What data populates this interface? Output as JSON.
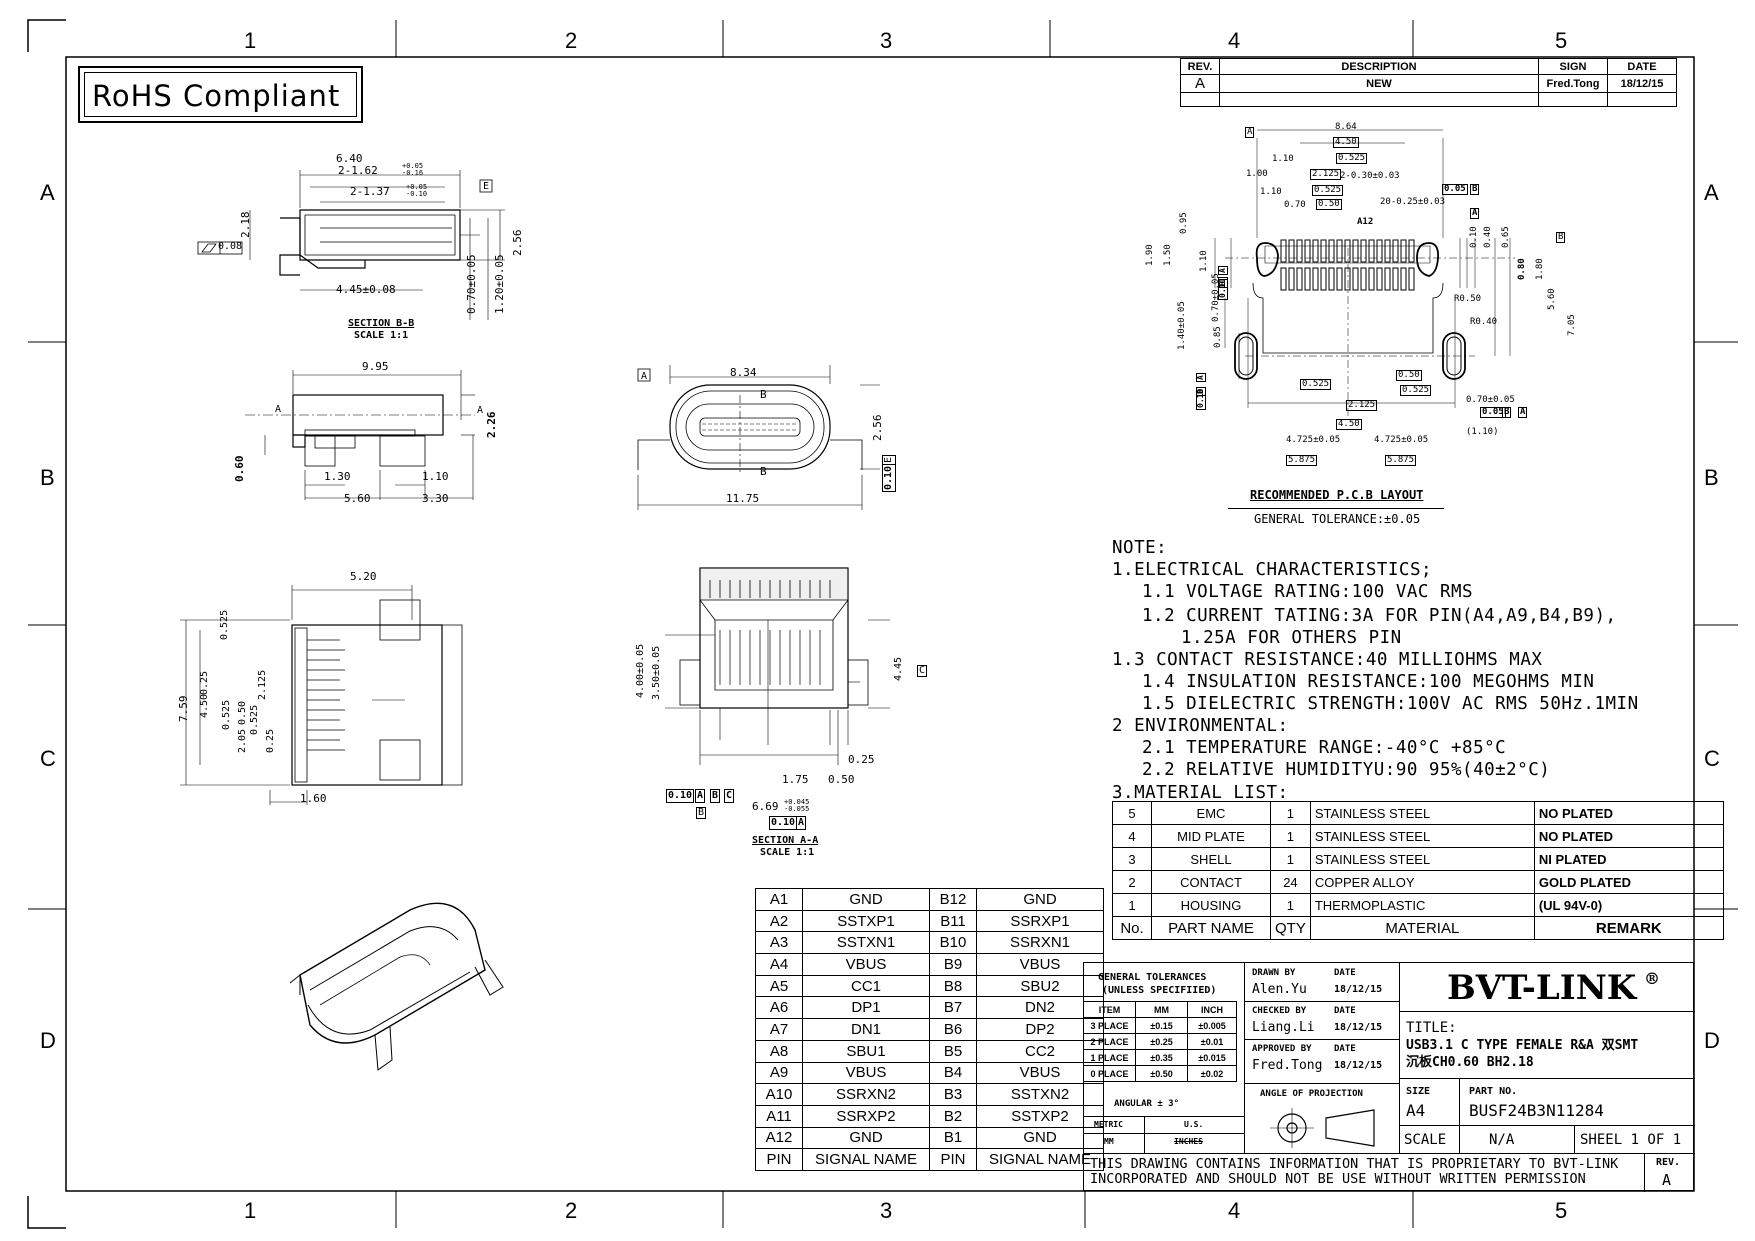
{
  "zones": {
    "cols": [
      "1",
      "2",
      "3",
      "4",
      "5"
    ],
    "rows": [
      "A",
      "B",
      "C",
      "D"
    ]
  },
  "rohs": "RoHS Compliant",
  "revision_table": {
    "headers": [
      "REV.",
      "DESCRIPTION",
      "SIGN",
      "DATE"
    ],
    "rows": [
      [
        "A",
        "NEW",
        "Fred.Tong",
        "18/12/15"
      ]
    ]
  },
  "section_bb": {
    "title": "SECTION B-B",
    "scale": "SCALE 1:1",
    "dims": [
      "6.40",
      "2-1.62",
      "+0.05",
      "-0.16",
      "2-1.37",
      "+0.05",
      "-0.10",
      "2.18",
      "0.08",
      "4.45±0.08",
      "0.70±0.05",
      "1.20±0.05",
      "2.56",
      "E"
    ]
  },
  "side_view": {
    "dims": [
      "9.95",
      "A",
      "A",
      "2.26",
      "0.60",
      "1.30",
      "1.10",
      "5.60",
      "3.30"
    ]
  },
  "front_view": {
    "dims": [
      "A",
      "8.34",
      "B",
      "B",
      "2.56",
      "11.75",
      "0.10",
      "E"
    ]
  },
  "top_view": {
    "dims": [
      "5.20",
      "0.525",
      "0.25",
      "7.59",
      "4.50",
      "0.525",
      "0.50",
      "2.125",
      "0.525",
      "2.05",
      "0.25",
      "1.60"
    ]
  },
  "section_aa": {
    "title": "SECTION A-A",
    "scale": "SCALE 1:1",
    "dims": [
      "4.00±0.05",
      "3.50±0.05",
      "4.45",
      "C",
      "0.25",
      "1.75",
      "0.50",
      "0.10",
      "A",
      "B",
      "C",
      "B",
      "6.69",
      "+0.045",
      "-0.055",
      "0.10",
      "A"
    ]
  },
  "pcb_layout": {
    "title": "RECOMMENDED P.C.B LAYOUT",
    "tolerance": "GENERAL TOLERANCE:±0.05",
    "dims": [
      "A",
      "8.64",
      "4.50",
      "1.10",
      "0.525",
      "1.00",
      "2.125",
      "2-0.30±0.03",
      "0.525",
      "20-0.25±0.03",
      "1.10",
      "0.70",
      "0.50",
      "A12",
      "0.05",
      "B",
      "A",
      "0.95",
      "1.90",
      "1.50",
      "1.10",
      "0.10",
      "0.40",
      "0.65",
      "B",
      "0.80",
      "1.80",
      "0.70±0.05",
      "0.10",
      "A",
      "B",
      "R0.50",
      "5.60",
      "7.05",
      "1.40±0.05",
      "0.85",
      "R0.40",
      "0.10",
      "A",
      "B",
      "0.50",
      "0.525",
      "0.525",
      "2.125",
      "0.70±0.05",
      "0.05",
      "B",
      "A",
      "4.50",
      "(1.10)",
      "4.725±0.05",
      "4.725±0.05",
      "5.875",
      "5.875"
    ]
  },
  "notes": [
    "NOTE:",
    "1.ELECTRICAL CHARACTERISTICS;",
    "1.1 VOLTAGE RATING:100 VAC RMS",
    "1.2 CURRENT TATING:3A FOR PIN(A4,A9,B4,B9),",
    "1.25A FOR OTHERS PIN",
    "1.3 CONTACT RESISTANCE:40 MILLIOHMS MAX",
    "1.4 INSULATION RESISTANCE:100 MEGOHMS MIN",
    "1.5 DIELECTRIC STRENGTH:100V AC RMS 50Hz.1MIN",
    "2 ENVIRONMENTAL:",
    "2.1 TEMPERATURE RANGE:-40°C   +85°C",
    "2.2 RELATIVE HUMIDITYU:90   95%(40±2°C)",
    "3.MATERIAL LIST:"
  ],
  "material_list": {
    "rows": [
      [
        "5",
        "EMC",
        "1",
        "STAINLESS STEEL",
        "NO PLATED"
      ],
      [
        "4",
        "MID PLATE",
        "1",
        "STAINLESS STEEL",
        "NO PLATED"
      ],
      [
        "3",
        "SHELL",
        "1",
        "STAINLESS STEEL",
        "NI PLATED"
      ],
      [
        "2",
        "CONTACT",
        "24",
        "COPPER ALLOY",
        "GOLD PLATED"
      ],
      [
        "1",
        "HOUSING",
        "1",
        "THERMOPLASTIC",
        "(UL 94V-0)"
      ]
    ],
    "headers": [
      "No.",
      "PART NAME",
      "QTY",
      "MATERIAL",
      "REMARK"
    ]
  },
  "pin_table": {
    "rows": [
      [
        "A1",
        "GND",
        "B12",
        "GND"
      ],
      [
        "A2",
        "SSTXP1",
        "B11",
        "SSRXP1"
      ],
      [
        "A3",
        "SSTXN1",
        "B10",
        "SSRXN1"
      ],
      [
        "A4",
        "VBUS",
        "B9",
        "VBUS"
      ],
      [
        "A5",
        "CC1",
        "B8",
        "SBU2"
      ],
      [
        "A6",
        "DP1",
        "B7",
        "DN2"
      ],
      [
        "A7",
        "DN1",
        "B6",
        "DP2"
      ],
      [
        "A8",
        "SBU1",
        "B5",
        "CC2"
      ],
      [
        "A9",
        "VBUS",
        "B4",
        "VBUS"
      ],
      [
        "A10",
        "SSRXN2",
        "B3",
        "SSTXN2"
      ],
      [
        "A11",
        "SSRXP2",
        "B2",
        "SSTXP2"
      ],
      [
        "A12",
        "GND",
        "B1",
        "GND"
      ]
    ],
    "headers": [
      "PIN",
      "SIGNAL NAME",
      "PIN",
      "SIGNAL NAME"
    ]
  },
  "title_block": {
    "gen_tol_title": "GENERAL TOLERANCES",
    "gen_tol_sub": "(UNLESS SPECIFIIED)",
    "tol_headers": [
      "ITEM",
      "MM",
      "INCH"
    ],
    "tol_rows": [
      [
        "3 PLACE",
        "±0.15",
        "±0.005"
      ],
      [
        "2 PLACE",
        "±0.25",
        "±0.01"
      ],
      [
        "1 PLACE",
        "±0.35",
        "±0.015"
      ],
      [
        "0 PLACE",
        "±0.50",
        "±0.02"
      ]
    ],
    "angular": "ANGULAR ± 3°",
    "units": [
      "METRIC",
      "U.S.",
      "MM",
      "INCHES"
    ],
    "drawn_by_label": "DRAWN BY",
    "drawn_by": "Alen.Yu",
    "checked_by_label": "CHECKED BY",
    "checked_by": "Liang.Li",
    "approved_by_label": "APPROVED BY",
    "approved_by": "Fred.Tong",
    "date_label": "DATE",
    "dates": [
      "18/12/15",
      "18/12/15",
      "18/12/15"
    ],
    "projection_label": "ANGLE OF PROJECTION",
    "company": "BVT-LINK",
    "company_mark": "®",
    "title_label": "TITLE:",
    "title_line1": "USB3.1 C TYPE FEMALE R&A 双SMT",
    "title_line2": "沉板CH0.60 BH2.18",
    "size_label": "SIZE",
    "size": "A4",
    "part_no_label": "PART NO.",
    "part_no": "BUSF24B3N11284",
    "scale_label": "SCALE",
    "scale": "N/A",
    "sheet": "SHEEL 1 OF 1",
    "proprietary_1": "THIS DRAWING CONTAINS INFORMATION THAT IS PROPRIETARY TO BVT-LINK",
    "proprietary_2": "INCORPORATED AND SHOULD NOT BE USE WITHOUT WRITTEN PERMISSION",
    "rev_label": "REV.",
    "rev": "A"
  }
}
